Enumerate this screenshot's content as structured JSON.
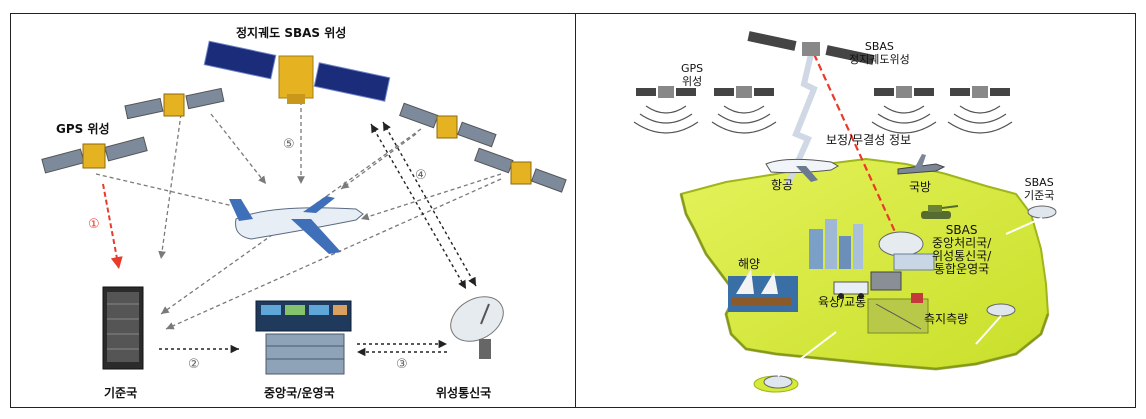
{
  "left": {
    "geo_sat_label": "정지궤도 SBAS 위성",
    "gps_sat_label": "GPS 위성",
    "reference_station": "기준국",
    "central_station": "중앙국/운영국",
    "uplink_station": "위성통신국",
    "steps": [
      "①",
      "②",
      "③",
      "④",
      "⑤"
    ]
  },
  "right": {
    "gps_label": "GPS\n위성",
    "sbas_geo_label": "SBAS\n정지궤도위성",
    "correction_label": "보정/무결성 정보",
    "aviation": "항공",
    "defense": "국방",
    "maritime": "해양",
    "land_transport": "육상/교통",
    "survey": "측지측량",
    "sbas_ref_label": "SBAS\n기준국",
    "sbas_center_label": "SBAS\n중앙처리국/\n위성통신국/\n통합운영국"
  },
  "colors": {
    "red_arrow": "#e83b2a",
    "gray_arrow": "#7a7a7a",
    "land": "#d6ea3a",
    "land_edge": "#9fb51a"
  }
}
